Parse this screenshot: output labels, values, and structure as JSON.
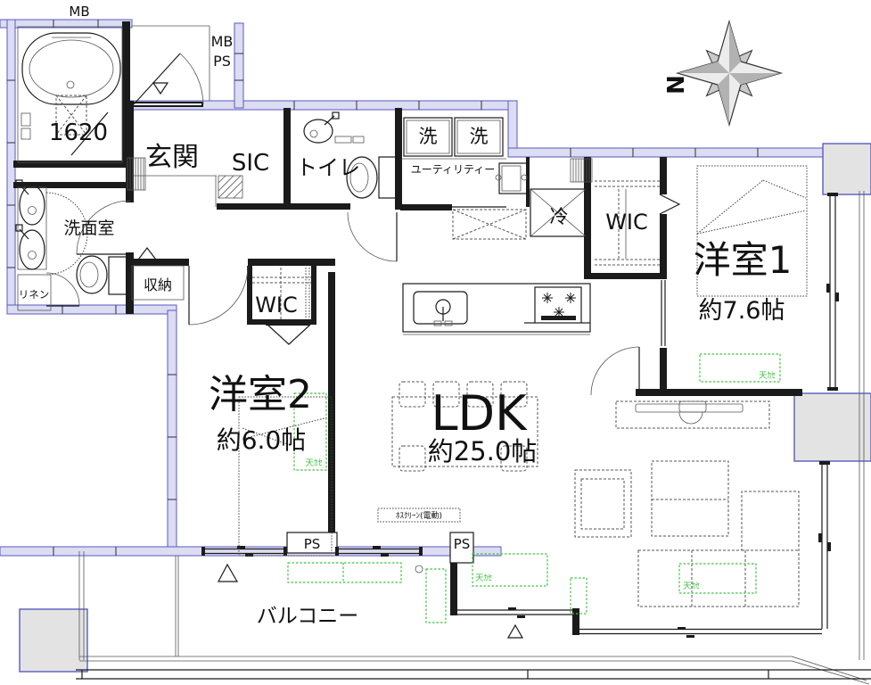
{
  "plan": {
    "rooms": {
      "genkan": "玄関",
      "sic": "SIC",
      "toilet": "トイレ",
      "utility": "ユーティリティー",
      "washer_left": "洗",
      "washer_right": "洗",
      "senmenshitsu": "洗面室",
      "linen": "リネン",
      "shunou": "収納",
      "wic_bedroom1": "WIC",
      "wic_bedroom2": "WIC",
      "fridge": "冷",
      "bathtub_size": "1620",
      "bedroom1": {
        "name": "洋室1",
        "size": "約7.6帖"
      },
      "bedroom2": {
        "name": "洋室2",
        "size": "約6.0帖"
      },
      "ldk": {
        "name": "LDK",
        "size": "約25.0帖"
      },
      "balcony": "バルコニー"
    },
    "shafts": {
      "mb": "MB",
      "mb_ps_line1": "MB",
      "mb_ps_line2": "PS",
      "ps_1": "PS",
      "ps_2": "PS"
    },
    "annotations": {
      "ac_ceiling_cassette": "天ｶｾ",
      "laundry_unit": "ﾎｽｸﾘｰﾝ(電動)",
      "north": "N"
    },
    "colors": {
      "wall_accent": "#5a5ac0",
      "wall_accent_fill": "#dcdcf2",
      "pillar_fill": "#e3e3e3",
      "ac_green": "#3fc43f",
      "line": "#1b1b1b"
    }
  }
}
